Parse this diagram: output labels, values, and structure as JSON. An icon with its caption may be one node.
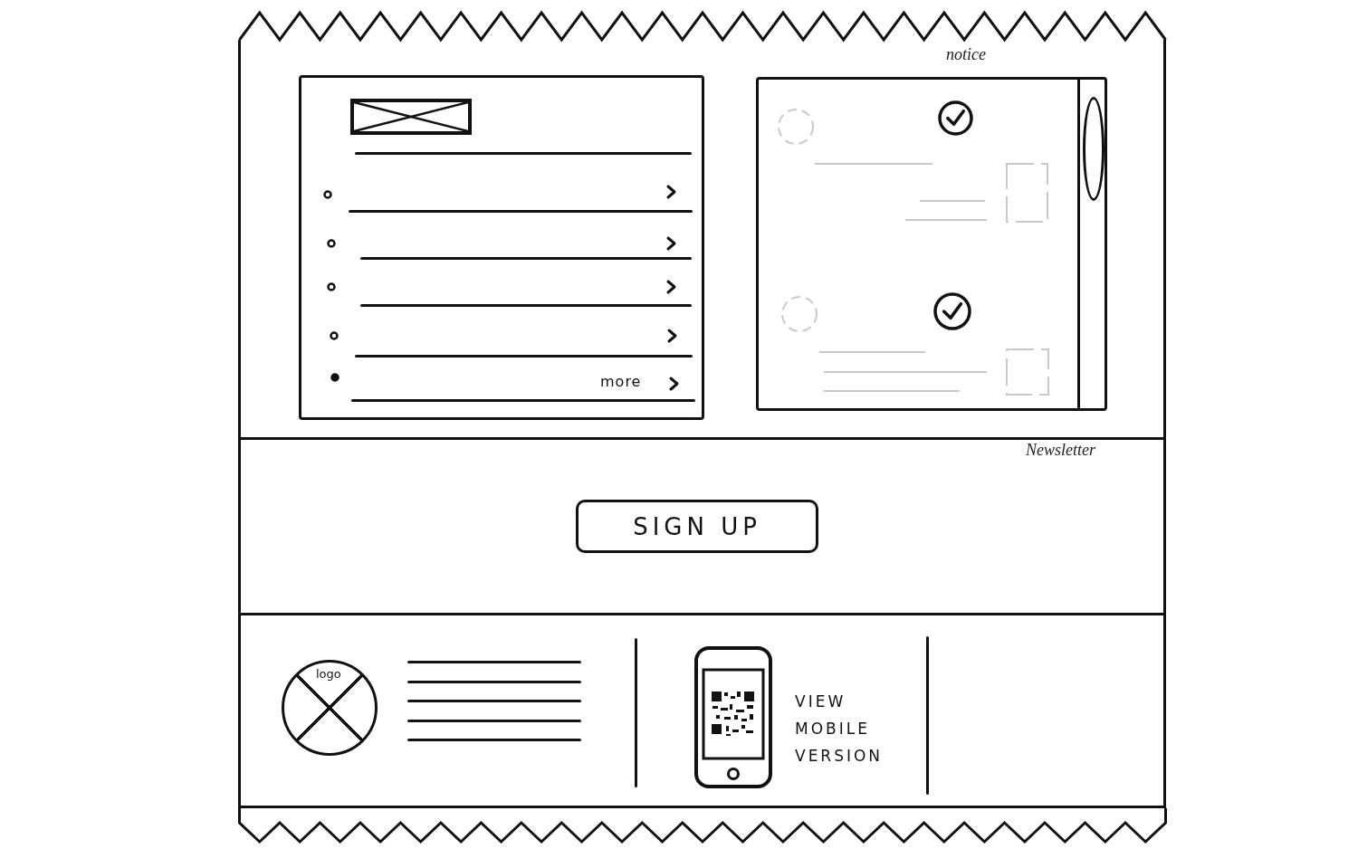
{
  "diagram": {
    "nodes": [
      {
        "text": [
          "notice"
        ]
      },
      {
        "text": [
          "more"
        ],
        "in": 0
      },
      {
        "text": [],
        "shape": "box",
        "in": 0
      },
      {
        "text": [
          "Newsletter"
        ]
      },
      {
        "text": [
          "SIGN UP"
        ],
        "in": 3
      },
      {
        "text": [],
        "shape": "box"
      },
      {
        "text": [
          "logo"
        ],
        "in": 5
      }
    ],
    "labels": [
      "VIEW MOBILE VERSION"
    ]
  }
}
